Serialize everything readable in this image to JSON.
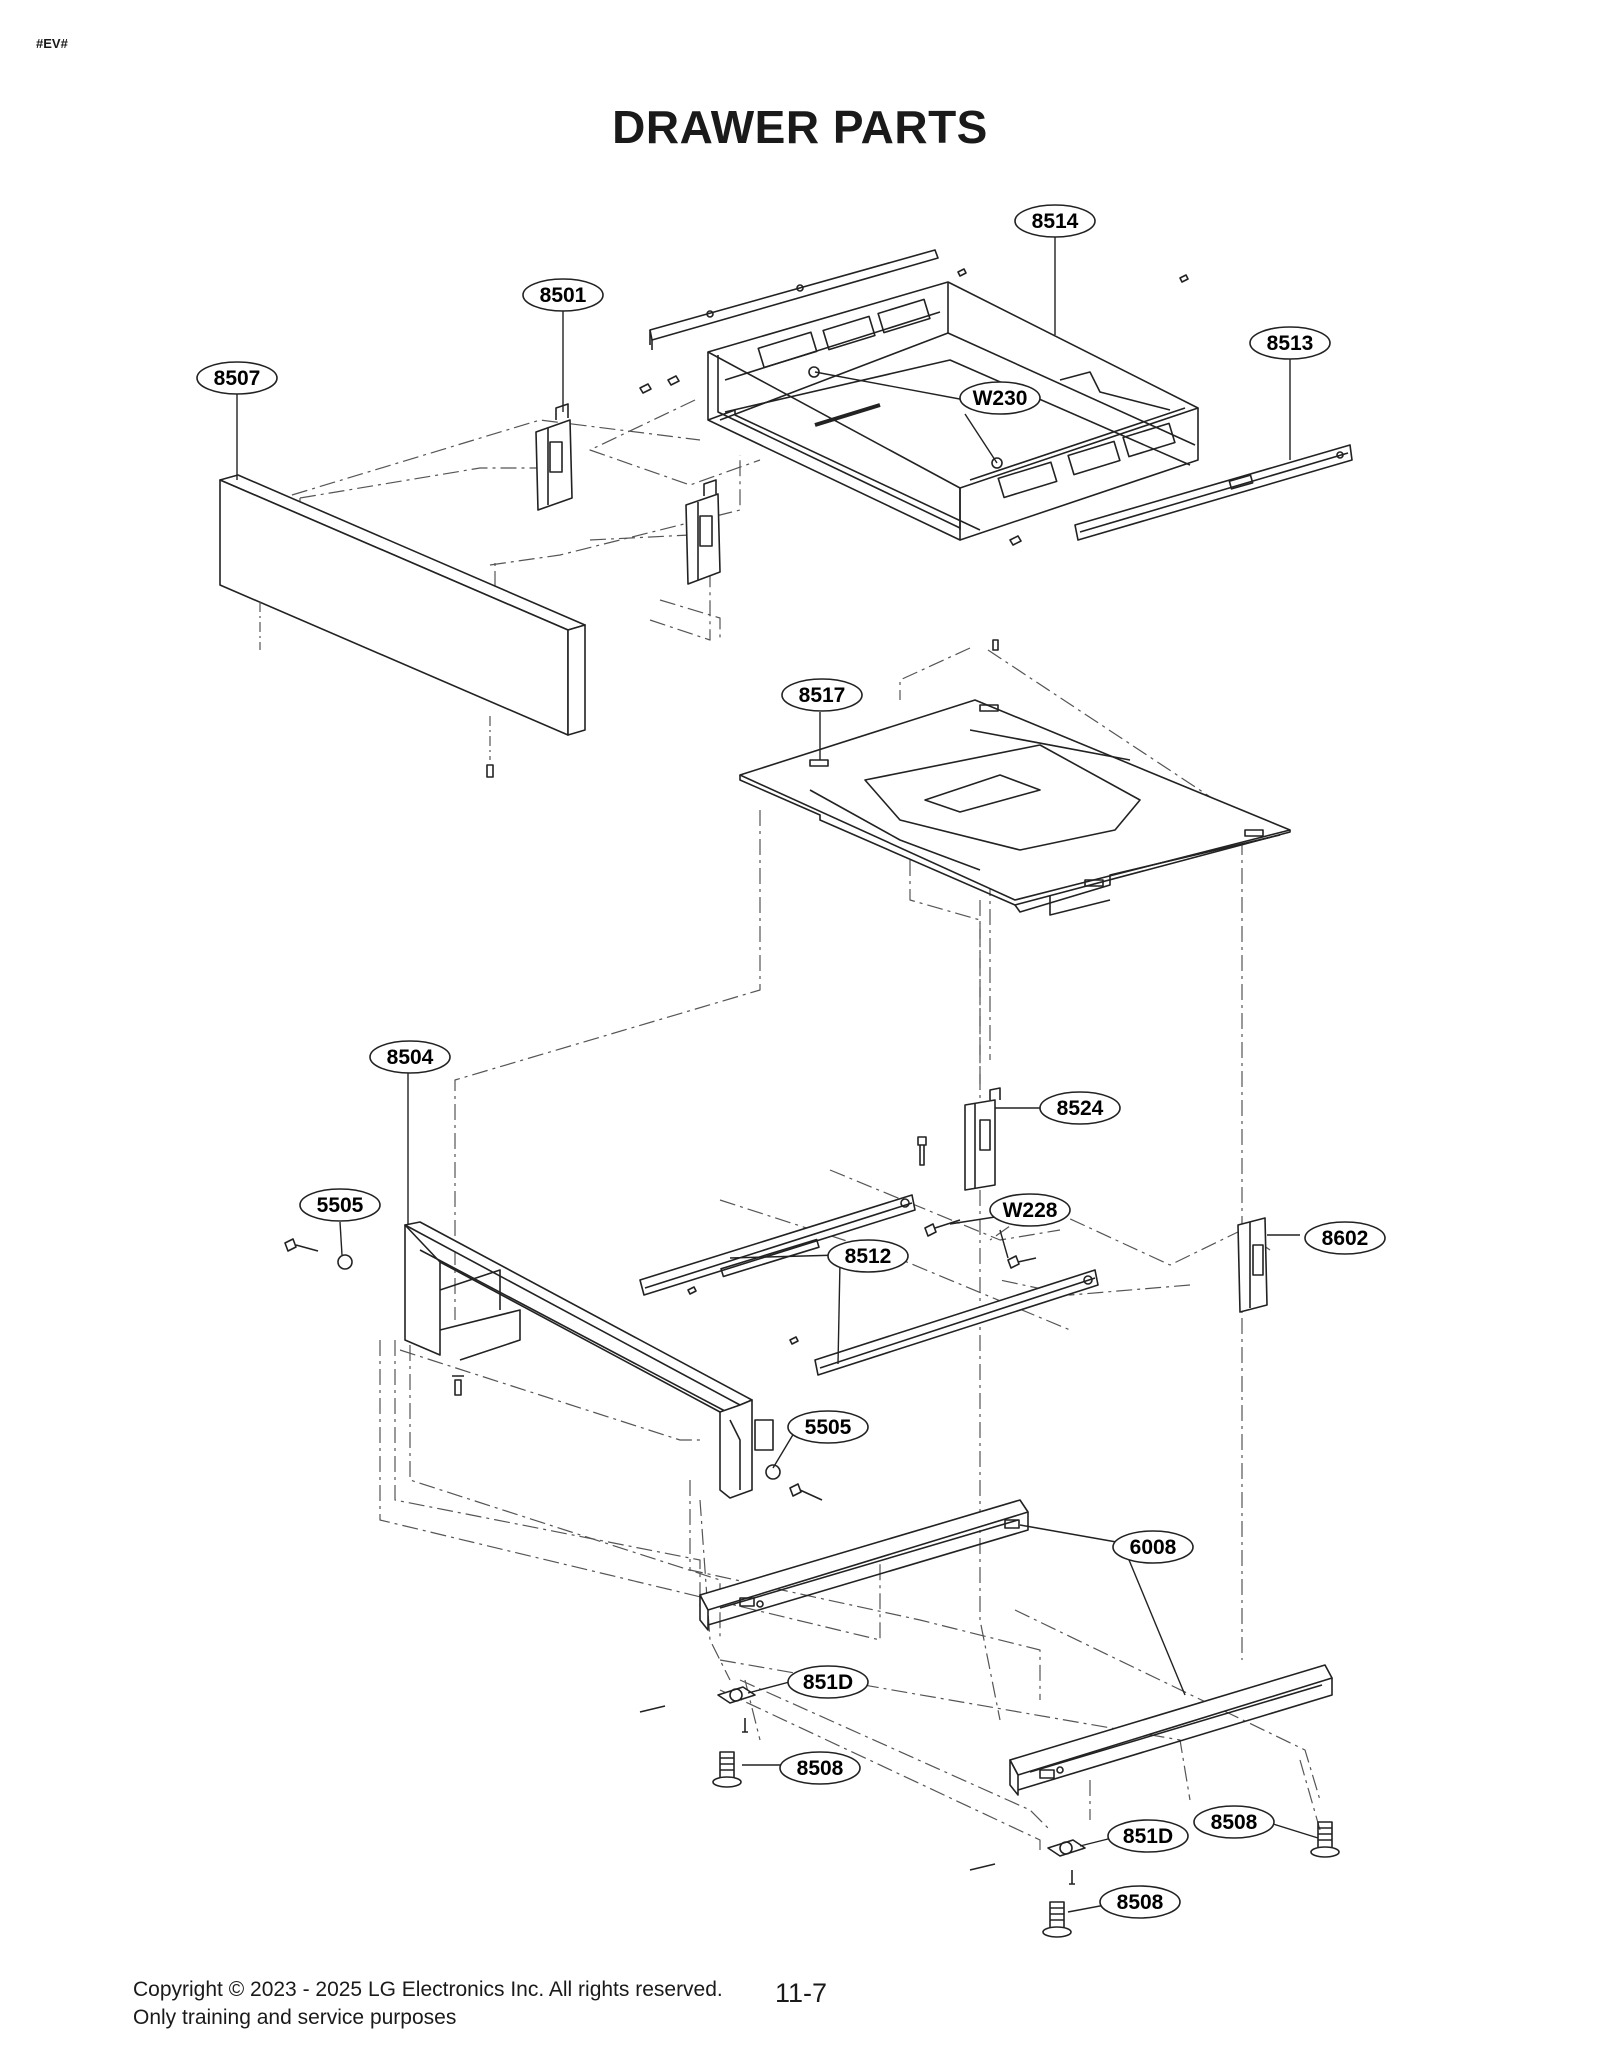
{
  "page": {
    "corner_code": "#EV#",
    "title": "DRAWER PARTS",
    "page_number": "11-7",
    "footer": {
      "copyright": "Copyright © 2023 - 2025 LG Electronics Inc. All rights reserved.",
      "usage": "Only training and service purposes"
    }
  },
  "callouts": [
    {
      "id": "c-8514",
      "label": "8514"
    },
    {
      "id": "c-8501",
      "label": "8501"
    },
    {
      "id": "c-8513",
      "label": "8513"
    },
    {
      "id": "c-8507",
      "label": "8507"
    },
    {
      "id": "c-W230",
      "label": "W230"
    },
    {
      "id": "c-8517",
      "label": "8517"
    },
    {
      "id": "c-8504",
      "label": "8504"
    },
    {
      "id": "c-8524",
      "label": "8524"
    },
    {
      "id": "c-5505a",
      "label": "5505"
    },
    {
      "id": "c-W228",
      "label": "W228"
    },
    {
      "id": "c-8602",
      "label": "8602"
    },
    {
      "id": "c-8512",
      "label": "8512"
    },
    {
      "id": "c-5505b",
      "label": "5505"
    },
    {
      "id": "c-6008",
      "label": "6008"
    },
    {
      "id": "c-851Da",
      "label": "851D"
    },
    {
      "id": "c-8508a",
      "label": "8508"
    },
    {
      "id": "c-8508b",
      "label": "8508"
    },
    {
      "id": "c-851Db",
      "label": "851D"
    },
    {
      "id": "c-8508c",
      "label": "8508"
    }
  ]
}
